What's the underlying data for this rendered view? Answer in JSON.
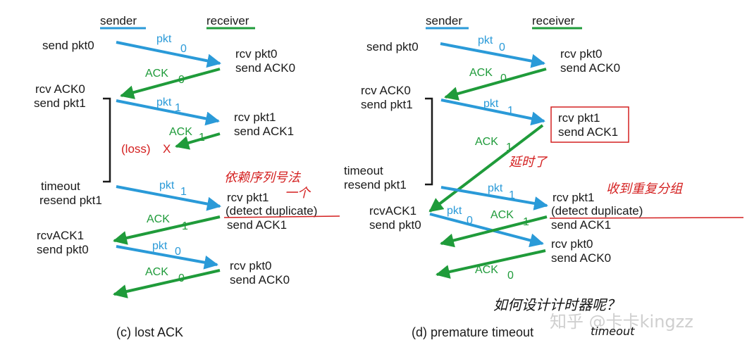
{
  "colors": {
    "blue": "#2a9ad8",
    "green": "#1f9b3a",
    "red": "#d42020",
    "black": "#1a1a1a"
  },
  "left": {
    "sender_header": "sender",
    "receiver_header": "receiver",
    "send_pkt0": "send pkt0",
    "pkt_label": "pkt",
    "sub0": "0",
    "sub1": "1",
    "ack_label": "ACK",
    "rcv_pkt0": "rcv pkt0",
    "send_ack0": "send ACK0",
    "rcv_ack0": "rcv ACK0",
    "send_pkt1": "send pkt1",
    "rcv_pkt1": "rcv pkt1",
    "send_ack1": "send ACK1",
    "loss": "(loss)",
    "loss_x": "X",
    "timeout": "timeout",
    "resend_pkt1": "resend pkt1",
    "rcv_pkt1_b": "rcv pkt1",
    "detect_duplicate": "(detect duplicate)",
    "send_ack1_b": "send ACK1",
    "rcv_ack1": "rcvACK1",
    "send_pkt0_b": "send pkt0",
    "rcv_pkt0_b": "rcv pkt0",
    "send_ack0_b": "send ACK0",
    "note_line1": "依赖序列号法",
    "note_line2": "一个",
    "caption": "(c) lost ACK"
  },
  "right": {
    "sender_header": "sender",
    "receiver_header": "receiver",
    "send_pkt0": "send pkt0",
    "pkt_label": "pkt",
    "sub0": "0",
    "sub1": "1",
    "ack_label": "ACK",
    "rcv_pkt0": "rcv pkt0",
    "send_ack0": "send ACK0",
    "rcv_ack0": "rcv ACK0",
    "send_pkt1": "send pkt1",
    "rcv_pkt1": "rcv pkt1",
    "send_ack1": "send ACK1",
    "delay_note": "延时了",
    "timeout": "timeout",
    "resend_pkt1": "resend pkt1",
    "rcv_pkt1_b": "rcv pkt1",
    "detect_duplicate": "(detect duplicate)",
    "send_ack1_b": "send ACK1",
    "rcv_ack1": "rcvACK1",
    "send_pkt0_b": "send pkt0",
    "rcv_pkt0_b": "rcv pkt0",
    "send_ack0_b": "send ACK0",
    "note_dup": "收到重复分组",
    "caption": "(d) premature timeout"
  },
  "bottom": {
    "question": "如何设计计时器呢？",
    "watermark": "知乎 @卡卡kingzz",
    "timeout_hand": "timeout"
  }
}
